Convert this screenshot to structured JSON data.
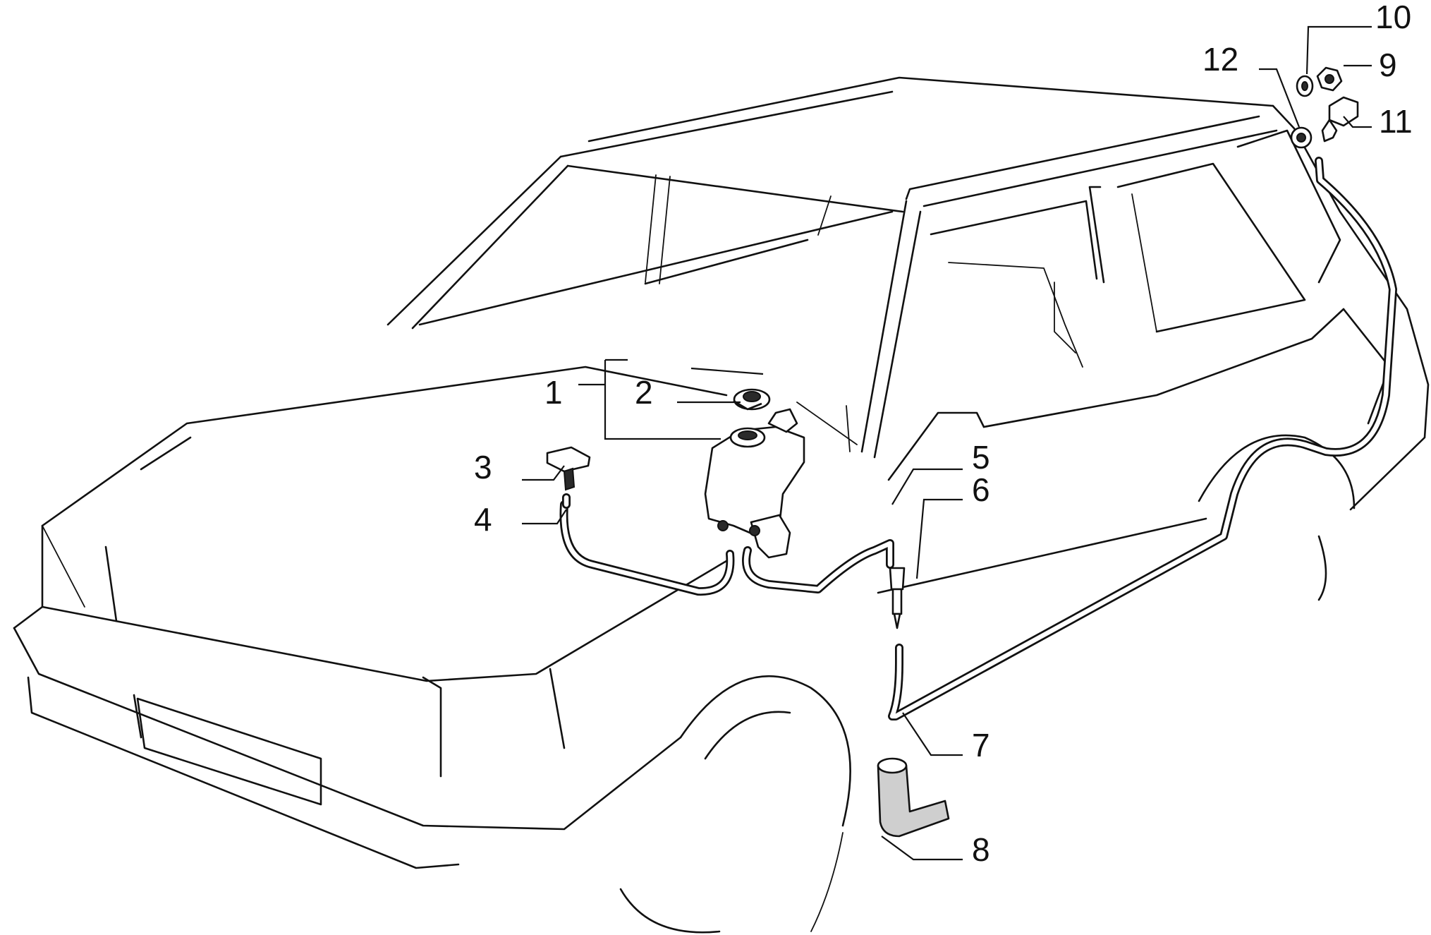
{
  "diagram": {
    "callouts": [
      "1",
      "2",
      "3",
      "4",
      "5",
      "6",
      "7",
      "8",
      "9",
      "10",
      "11",
      "12"
    ]
  }
}
